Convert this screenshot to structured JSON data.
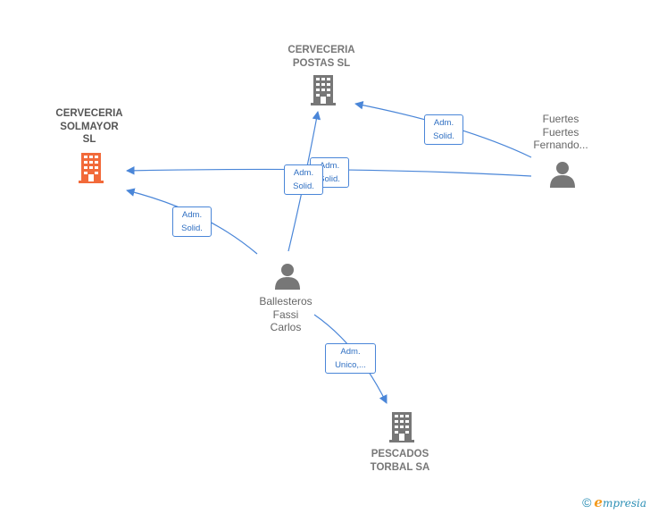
{
  "colors": {
    "edge": "#4a86d8",
    "building_grey": "#777777",
    "building_highlight": "#f26a3a",
    "person": "#777777"
  },
  "nodes": {
    "postas": {
      "label": "CERVECERIA\nPOSTAS  SL",
      "icon": "building-icon"
    },
    "solmayor": {
      "label": "CERVECERIA\nSOLMAYOR\nSL",
      "icon": "building-icon"
    },
    "fuertes": {
      "label": "Fuertes\nFuertes\nFernando...",
      "icon": "person-icon"
    },
    "ballesteros": {
      "label": "Ballesteros\nFassi\nCarlos",
      "icon": "person-icon"
    },
    "pescados": {
      "label": "PESCADOS\nTORBAL SA",
      "icon": "building-icon"
    }
  },
  "edges": [
    {
      "id": "fuertes-postas",
      "label": "Adm.\nSolid."
    },
    {
      "id": "fuertes-solmayor",
      "label": "Adm.\nSolid."
    },
    {
      "id": "ballesteros-postas",
      "label": "Adm.\nSolid."
    },
    {
      "id": "ballesteros-solmayor",
      "label": "Adm.\nSolid."
    },
    {
      "id": "ballesteros-pescados",
      "label": "Adm.\nUnico,..."
    }
  ],
  "footer": {
    "copyright_symbol": "©",
    "brand_initial": "e",
    "brand_rest": "mpresia"
  }
}
